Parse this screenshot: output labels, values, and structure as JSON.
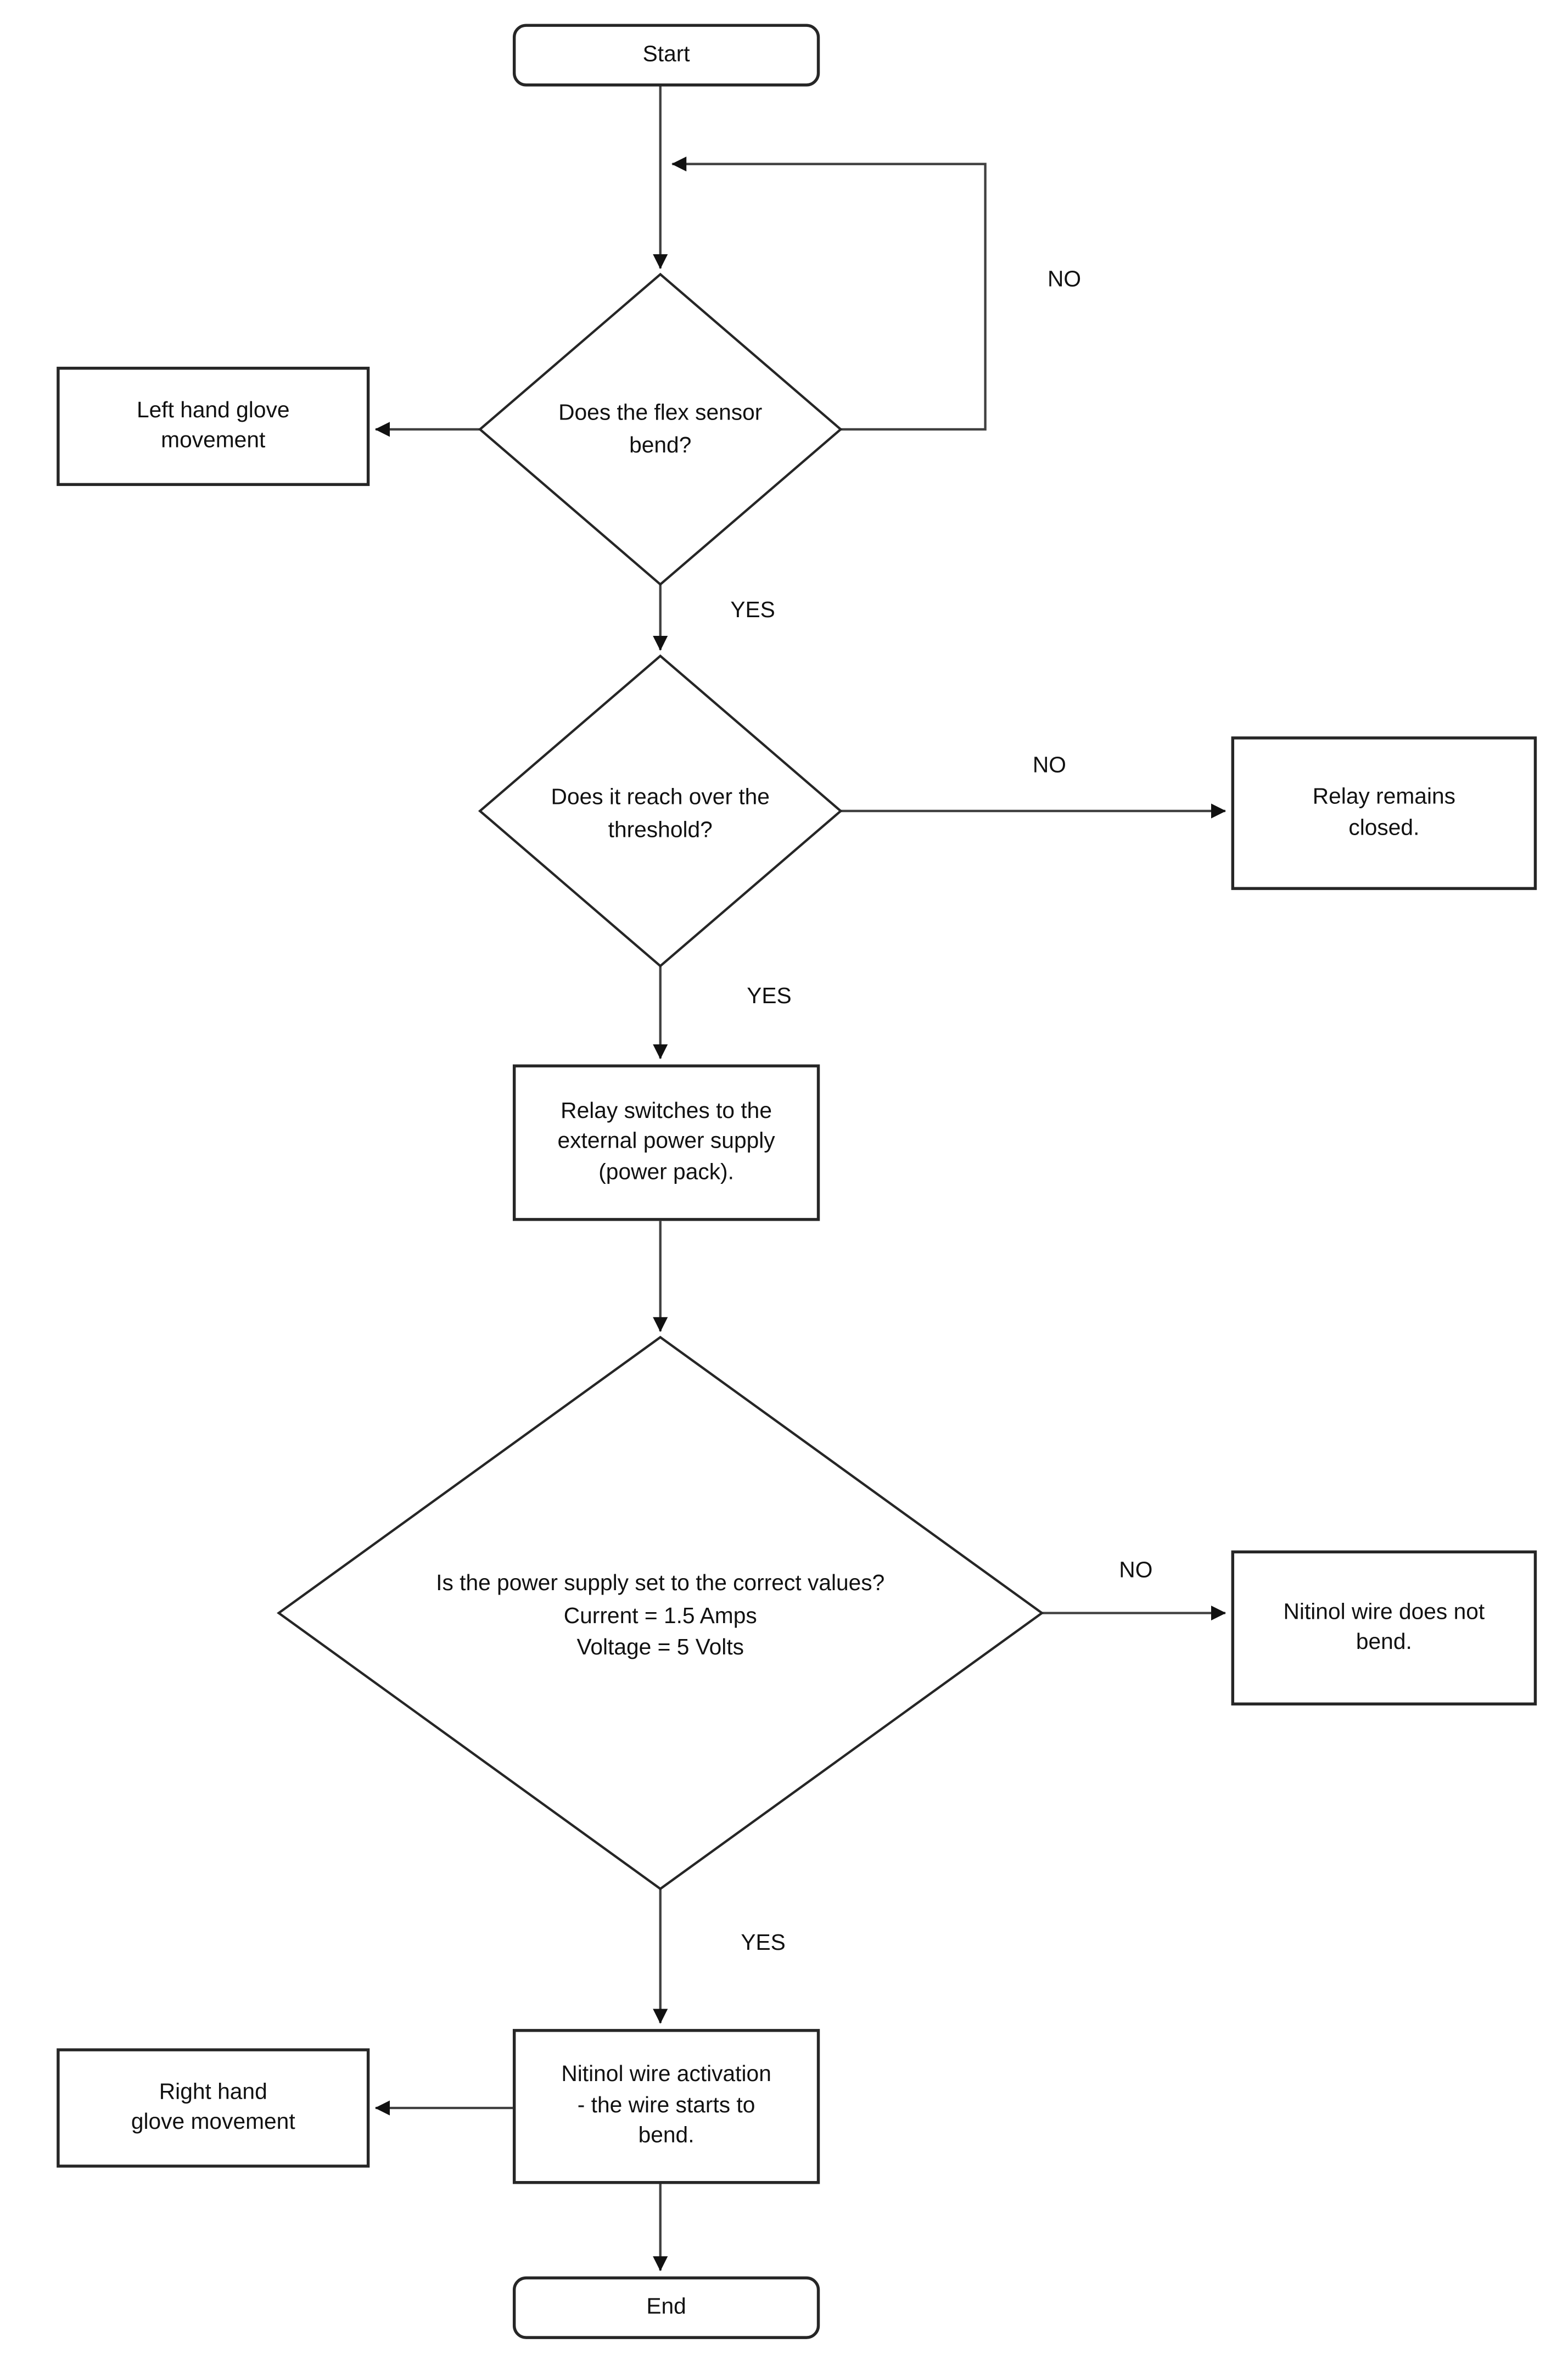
{
  "flowchart": {
    "colors": {
      "background": "#ffffff",
      "shape_fill": "#ffffff",
      "shape_stroke": "#262626",
      "connector_stroke": "#404040",
      "arrowhead_fill": "#111111",
      "text": "#111111"
    },
    "nodes": {
      "start": {
        "label": "Start"
      },
      "flex_bend": {
        "lines": [
          "Does the flex sensor",
          "bend?"
        ]
      },
      "left_glove": {
        "lines": [
          "Left hand glove",
          "movement"
        ]
      },
      "threshold": {
        "lines": [
          "Does it reach over the",
          "threshold?"
        ]
      },
      "relay_closed": {
        "lines": [
          "Relay remains",
          "closed."
        ]
      },
      "relay_switch": {
        "lines": [
          "Relay switches to the",
          "external power supply",
          "(power pack)."
        ]
      },
      "power_check": {
        "lines": [
          "Is the power supply set to the correct values?",
          "Current = 1.5 Amps",
          "Voltage = 5 Volts"
        ]
      },
      "no_bend": {
        "lines": [
          "Nitinol wire does not",
          "bend."
        ]
      },
      "activation": {
        "lines": [
          "Nitinol wire activation",
          "- the wire starts to",
          "bend."
        ]
      },
      "right_glove": {
        "lines": [
          "Right hand",
          "glove movement"
        ]
      },
      "end": {
        "label": "End"
      }
    },
    "edge_labels": {
      "no1": "NO",
      "yes1": "YES",
      "no2": "NO",
      "yes2": "YES",
      "no3": "NO",
      "yes3": "YES"
    }
  }
}
